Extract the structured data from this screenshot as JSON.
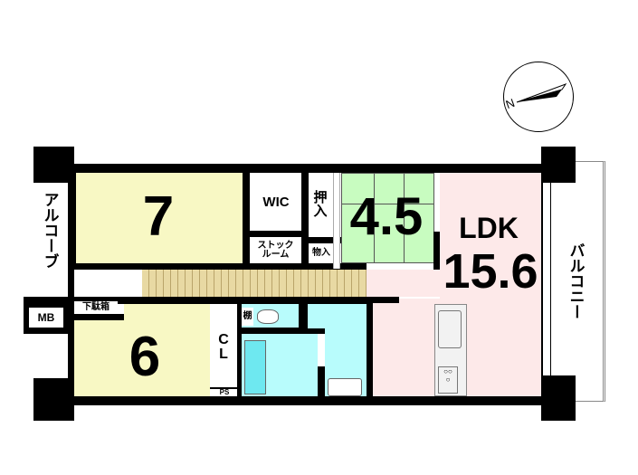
{
  "compass": {
    "label": "N"
  },
  "rooms": {
    "western1": {
      "label": "7"
    },
    "wic": {
      "label": "WIC"
    },
    "stock": {
      "label": "ストックルーム"
    },
    "oshiire": {
      "label": "押入"
    },
    "monoire": {
      "label": "物入"
    },
    "washitsu": {
      "label": "4.5"
    },
    "ldk": {
      "label": "LDK",
      "size": "15.6"
    },
    "alcove": {
      "label": "アルコーブ"
    },
    "mb": {
      "label": "MB"
    },
    "getabako": {
      "label": "下駄箱"
    },
    "western2": {
      "label": "6"
    },
    "closet": {
      "label": "CL"
    },
    "ps": {
      "label": "PS"
    },
    "shelf": {
      "label": "棚"
    },
    "balcony": {
      "label": "バルコニー"
    }
  },
  "colors": {
    "western": "#f8f8c4",
    "washitsu": "#c8fcc0",
    "ldk": "#fde9e9",
    "wet": "#b8fcfc",
    "wood": "#e8d9a3"
  }
}
